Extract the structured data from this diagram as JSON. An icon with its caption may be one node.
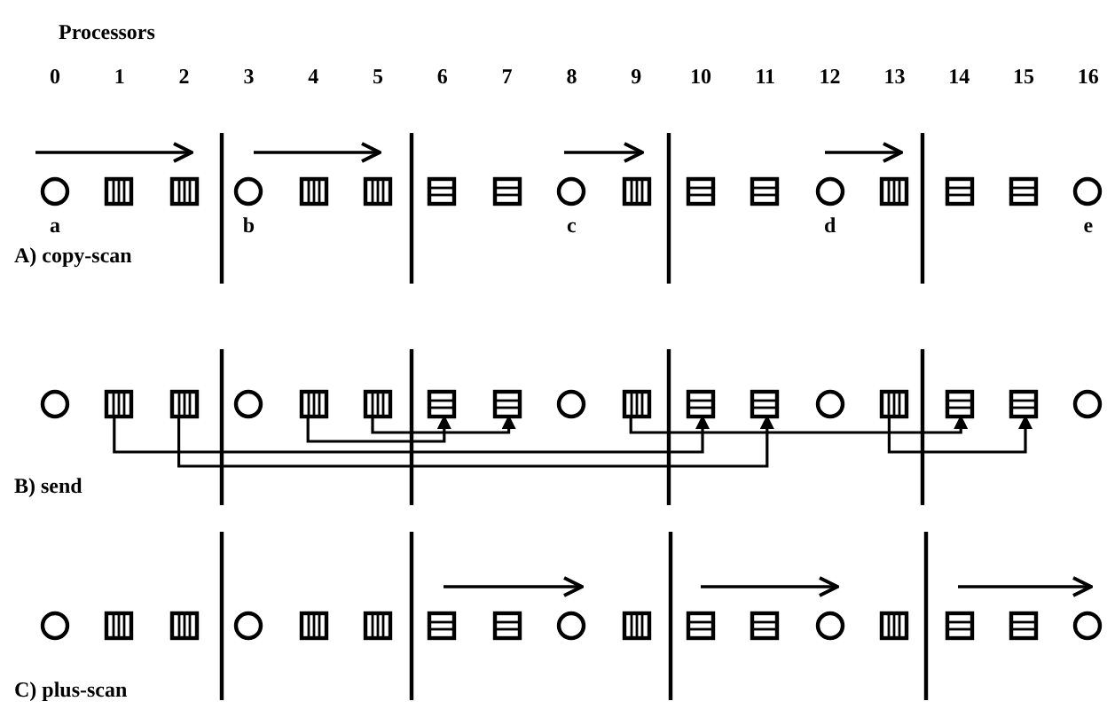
{
  "diagram": {
    "nodes": [
      {
        "text": [],
        "shape": "circle",
        "beside": [
          "a"
        ]
      },
      {
        "text": [],
        "shape": "box"
      },
      {
        "text": [],
        "shape": "box"
      },
      {
        "text": [],
        "shape": "circle",
        "beside": [
          "b"
        ]
      },
      {
        "text": [],
        "shape": "box"
      },
      {
        "text": [],
        "shape": "box"
      },
      {
        "text": [],
        "shape": "box"
      },
      {
        "text": [],
        "shape": "box"
      },
      {
        "text": [],
        "shape": "circle",
        "beside": [
          "c"
        ]
      },
      {
        "text": [],
        "shape": "box"
      },
      {
        "text": [],
        "shape": "box"
      },
      {
        "text": [],
        "shape": "box"
      },
      {
        "text": [],
        "shape": "circle",
        "beside": [
          "d"
        ]
      },
      {
        "text": [],
        "shape": "box"
      },
      {
        "text": [],
        "shape": "box"
      },
      {
        "text": [],
        "shape": "box"
      },
      {
        "text": [],
        "shape": "circle",
        "beside": [
          "e"
        ]
      },
      {
        "text": [],
        "shape": "circle"
      },
      {
        "text": [],
        "shape": "box"
      },
      {
        "text": [],
        "shape": "box"
      },
      {
        "text": [],
        "shape": "circle"
      },
      {
        "text": [],
        "shape": "box"
      },
      {
        "text": [],
        "shape": "box"
      },
      {
        "text": [],
        "shape": "box"
      },
      {
        "text": [],
        "shape": "box"
      },
      {
        "text": [],
        "shape": "circle"
      },
      {
        "text": [],
        "shape": "box"
      },
      {
        "text": [],
        "shape": "box"
      },
      {
        "text": [],
        "shape": "box"
      },
      {
        "text": [],
        "shape": "circle"
      },
      {
        "text": [],
        "shape": "box"
      },
      {
        "text": [],
        "shape": "box"
      },
      {
        "text": [],
        "shape": "box"
      },
      {
        "text": [],
        "shape": "circle"
      },
      {
        "text": [],
        "shape": "circle"
      },
      {
        "text": [],
        "shape": "box"
      },
      {
        "text": [],
        "shape": "box"
      },
      {
        "text": [],
        "shape": "circle"
      },
      {
        "text": [],
        "shape": "box"
      },
      {
        "text": [],
        "shape": "box"
      },
      {
        "text": [],
        "shape": "box"
      },
      {
        "text": [],
        "shape": "box"
      },
      {
        "text": [],
        "shape": "circle"
      },
      {
        "text": [],
        "shape": "box"
      },
      {
        "text": [],
        "shape": "box"
      },
      {
        "text": [],
        "shape": "box"
      },
      {
        "text": [],
        "shape": "circle"
      },
      {
        "text": [],
        "shape": "box"
      },
      {
        "text": [],
        "shape": "box"
      },
      {
        "text": [],
        "shape": "box"
      },
      {
        "text": [],
        "shape": "circle"
      }
    ],
    "edges": [
      {
        "from": 21,
        "to": 23,
        "arrow": "to"
      },
      {
        "from": 22,
        "to": 24,
        "arrow": "to"
      },
      {
        "from": 18,
        "to": 27,
        "arrow": "to"
      },
      {
        "from": 19,
        "to": 28,
        "arrow": "to"
      },
      {
        "from": 26,
        "to": 31,
        "arrow": "to"
      },
      {
        "from": 30,
        "to": 32,
        "arrow": "to"
      }
    ],
    "labels": [
      "Processors",
      "0",
      "1",
      "2",
      "3",
      "4",
      "5",
      "6",
      "7",
      "8",
      "9",
      "10",
      "11",
      "12",
      "13",
      "14",
      "15",
      "16",
      "A) copy-scan",
      "B) send",
      "C) plus-scan"
    ]
  }
}
